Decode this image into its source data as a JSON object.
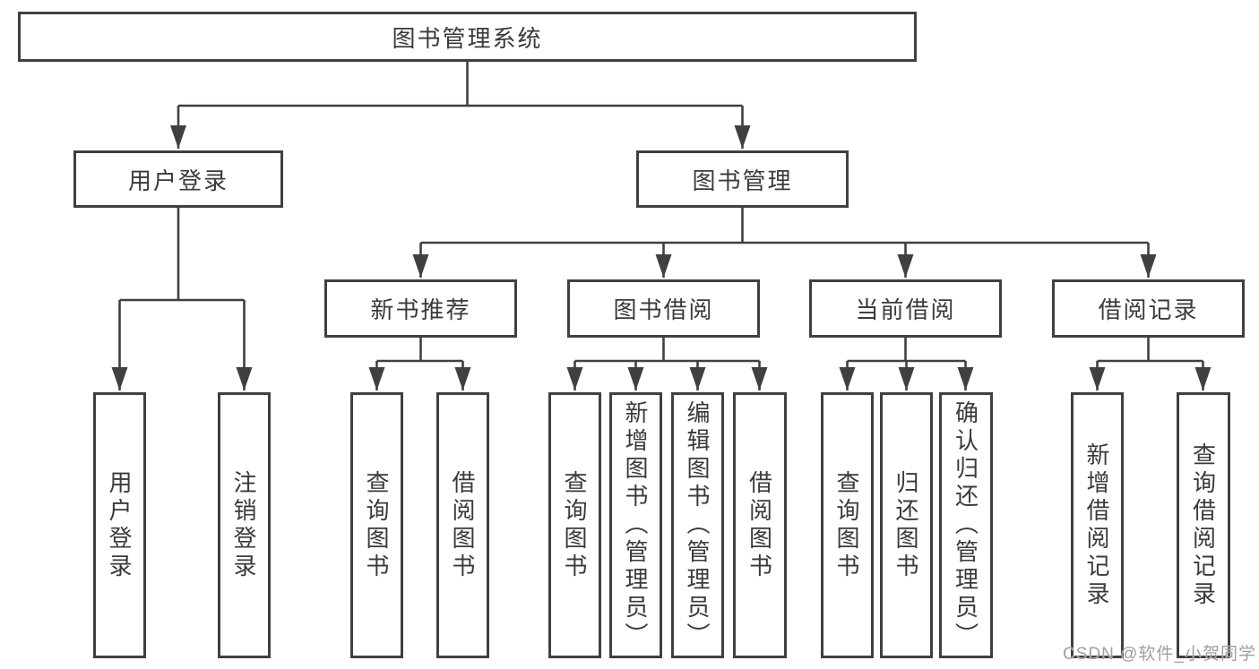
{
  "diagram": {
    "type": "hierarchy-tree",
    "title": "图书管理系统",
    "tree": {
      "label": "图书管理系统",
      "children": [
        {
          "label": "用户登录",
          "children": [
            "用户登录",
            "注销登录"
          ]
        },
        {
          "label": "图书管理",
          "children": [
            {
              "label": "新书推荐",
              "children": [
                "查询图书",
                "借阅图书"
              ]
            },
            {
              "label": "图书借阅",
              "children": [
                "查询图书",
                "新增图书（管理员）",
                "编辑图书（管理员）",
                "借阅图书"
              ]
            },
            {
              "label": "当前借阅",
              "children": [
                "查询图书",
                "归还图书",
                "确认归还（管理员）"
              ]
            },
            {
              "label": "借阅记录",
              "children": [
                "新增借阅记录",
                "查询借阅记录"
              ]
            }
          ]
        }
      ]
    },
    "watermark": "CSDN @软件_小贺同学",
    "colors": {
      "line": "#404040",
      "box_border": "#404040",
      "box_background": "#ffffff",
      "text": "#3a3a3a",
      "page_background": "#ffffff",
      "watermark_text": "#9f9f9f"
    }
  }
}
